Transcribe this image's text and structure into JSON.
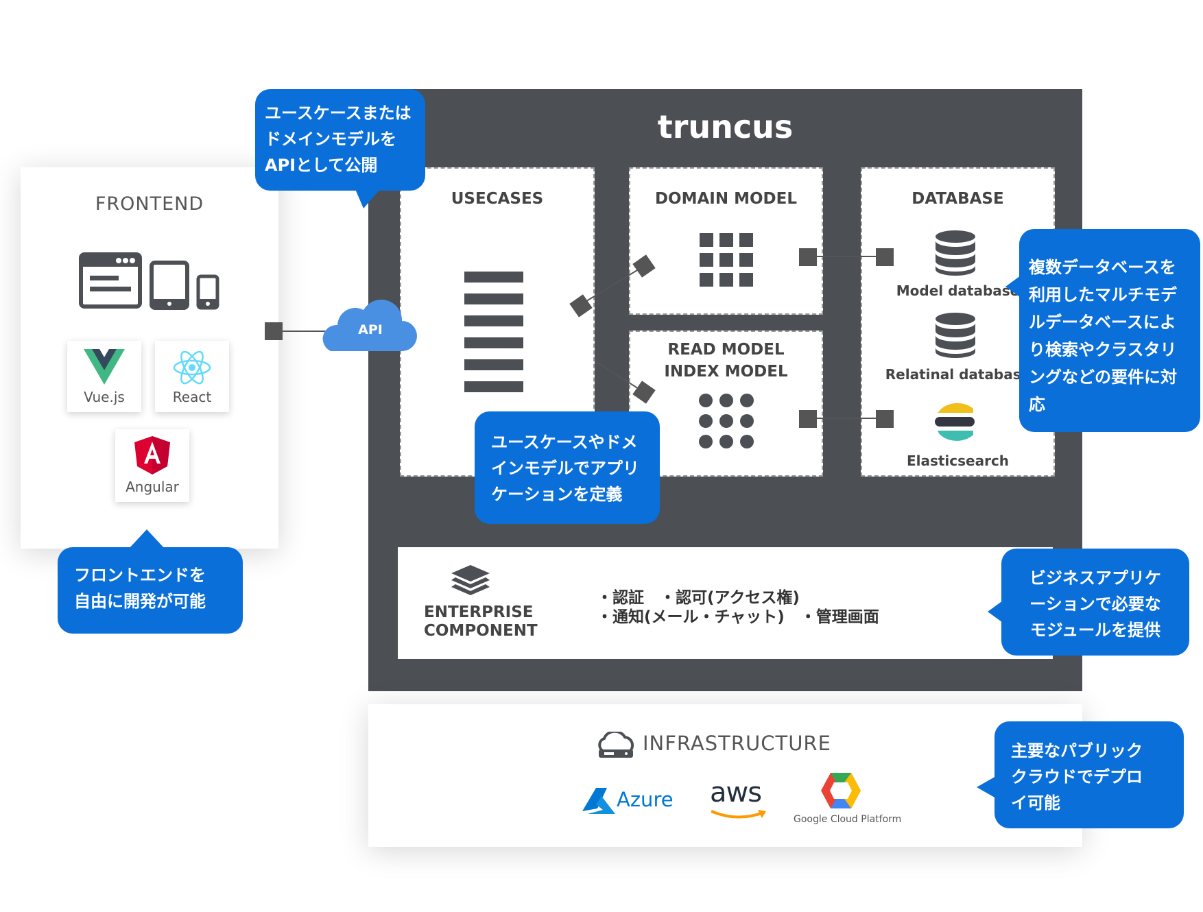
{
  "frontend": {
    "title": "FRONTEND",
    "frameworks": [
      "Vue.js",
      "React",
      "Angular"
    ],
    "icons": [
      "browser-window-icon",
      "tablet-icon",
      "smartphone-icon",
      "vue-logo-icon",
      "react-logo-icon",
      "angular-logo-icon"
    ]
  },
  "api_label": "API",
  "core": {
    "title": "truncus",
    "usecases_title": "USECASES",
    "domain_model_title": "DOMAIN MODEL",
    "read_model_title_1": "READ MODEL",
    "read_model_title_2": "INDEX MODEL",
    "database_title": "DATABASE",
    "databases": [
      "Model database",
      "Relatinal database",
      "Elasticsearch"
    ]
  },
  "enterprise": {
    "title_1": "ENTERPRISE",
    "title_2": "COMPONENT",
    "line_1": "・認証　・認可(アクセス権)",
    "line_2": "・通知(メール・チャット)　・管理画面"
  },
  "infrastructure": {
    "title": "INFRASTRUCTURE",
    "providers": [
      "Azure",
      "aws",
      "Google Cloud Platform"
    ]
  },
  "bubbles": {
    "api_note": [
      "ユースケースまたは",
      "ドメインモデルを",
      "APIとして公開"
    ],
    "usecase_note": [
      "ユースケースやドメ",
      "インモデルでアプリ",
      "ケーションを定義"
    ],
    "frontend_note": [
      "フロントエンドを",
      "自由に開発が可能"
    ],
    "database_note": [
      "複数データベースを",
      "利用したマルチモデ",
      "ルデータベースによ",
      "り検索やクラスタリ",
      "ングなどの要件に対",
      "応"
    ],
    "enterprise_note": [
      "ビジネスアプリケ",
      "ーションで必要な",
      "モジュールを提供"
    ],
    "infra_note": [
      "主要なパブリック",
      "クラウドでデプロ",
      "イ可能"
    ]
  },
  "colors": {
    "core_bg": "#4c4f53",
    "bubble_bg": "#0a6fd9",
    "api_cloud": "#4a90e2",
    "vue_green": "#41b883",
    "vue_dark": "#35495e",
    "react_blue": "#61dafb",
    "angular_red": "#dd0031",
    "azure_blue": "#0078d4",
    "aws_orange": "#ff9900"
  }
}
